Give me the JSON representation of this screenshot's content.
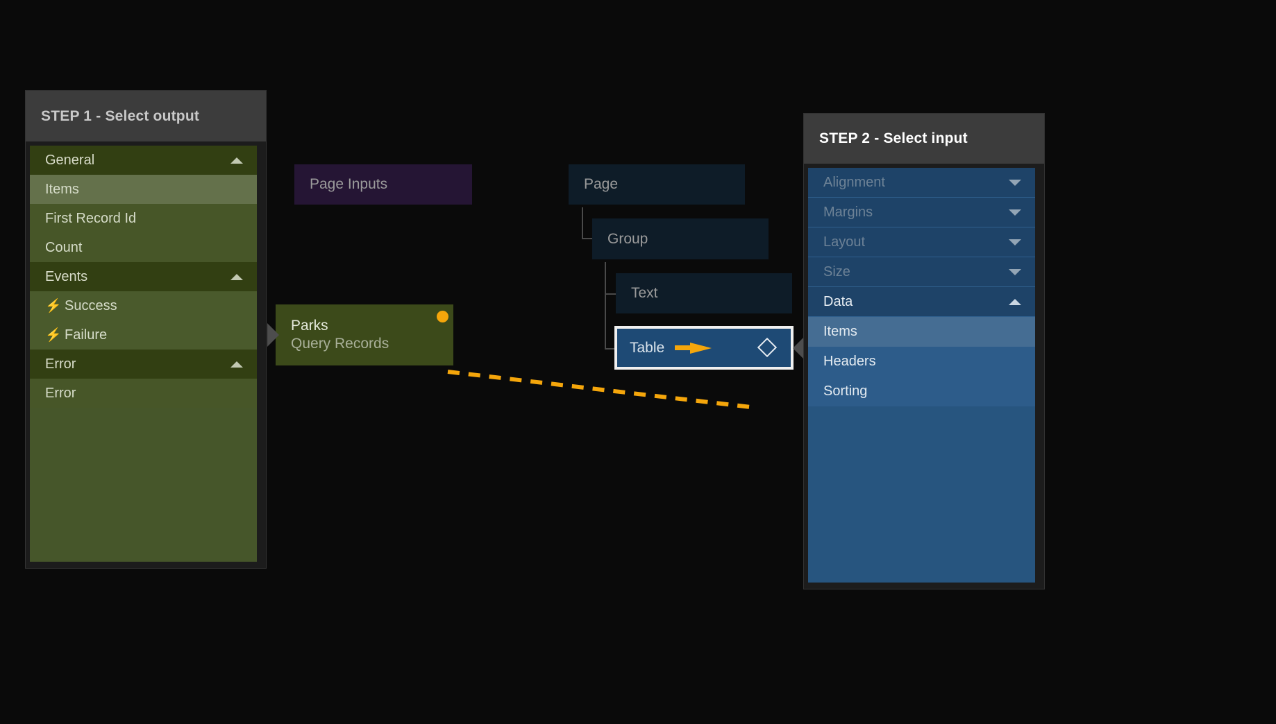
{
  "theme": {
    "canvas_bg": "#0a0a0a",
    "accent_link": "#f5a60b",
    "output_panel_bg": "#46562a",
    "input_panel_bg": "#27557f",
    "header_bg": "#3c3c3c"
  },
  "step1": {
    "title": "STEP 1 - Select output",
    "rows": [
      {
        "label": "General",
        "kind": "group",
        "caret": "caret-up",
        "selected": false,
        "icon": null
      },
      {
        "label": "Items",
        "kind": "item",
        "caret": null,
        "selected": true,
        "icon": null
      },
      {
        "label": "First Record Id",
        "kind": "item",
        "caret": null,
        "selected": false,
        "icon": null
      },
      {
        "label": "Count",
        "kind": "item",
        "caret": null,
        "selected": false,
        "icon": null
      },
      {
        "label": "Events",
        "kind": "group",
        "caret": "caret-up",
        "selected": false,
        "icon": null
      },
      {
        "label": "Success",
        "kind": "sub",
        "caret": null,
        "selected": false,
        "icon": "lightning-bolt-icon"
      },
      {
        "label": "Failure",
        "kind": "sub",
        "caret": null,
        "selected": false,
        "icon": "lightning-bolt-icon"
      },
      {
        "label": "Error",
        "kind": "group",
        "caret": "caret-up",
        "selected": false,
        "icon": null
      },
      {
        "label": "Error",
        "kind": "item",
        "caret": null,
        "selected": false,
        "icon": null
      }
    ]
  },
  "step2": {
    "title": "STEP 2 - Select input",
    "rows": [
      {
        "label": "Alignment",
        "kind": "dim",
        "caret": "caret-down",
        "selected": false
      },
      {
        "label": "Margins",
        "kind": "dim",
        "caret": "caret-down",
        "selected": false
      },
      {
        "label": "Layout",
        "kind": "dim",
        "caret": "caret-down",
        "selected": false
      },
      {
        "label": "Size",
        "kind": "dim",
        "caret": "caret-down",
        "selected": false
      },
      {
        "label": "Data",
        "kind": "active",
        "caret": "caret-up",
        "selected": false
      },
      {
        "label": "Items",
        "kind": "leaf",
        "caret": null,
        "selected": true
      },
      {
        "label": "Headers",
        "kind": "leaf",
        "caret": null,
        "selected": false
      },
      {
        "label": "Sorting",
        "kind": "leaf",
        "caret": null,
        "selected": false
      }
    ]
  },
  "graph": {
    "page_inputs_node": {
      "label": "Page Inputs"
    },
    "page_node": {
      "label": "Page"
    },
    "group_node": {
      "label": "Group"
    },
    "text_node": {
      "label": "Text"
    },
    "table_node": {
      "label": "Table",
      "badge_icon": "diamond-icon"
    },
    "parks_node": {
      "title": "Parks",
      "subtitle": "Query Records"
    },
    "connection": {
      "from": "Parks.Items",
      "to": "Table.Items",
      "style": "dashed",
      "color": "#f5a60b",
      "arrow_icon": "arrow-right-icon"
    }
  }
}
